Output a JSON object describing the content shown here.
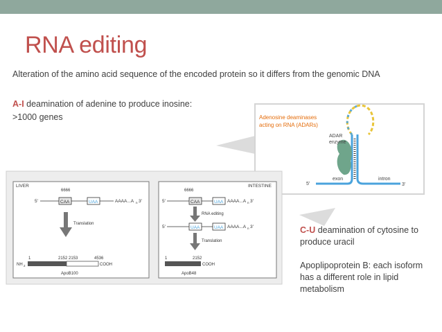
{
  "colors": {
    "title": "#c0504d",
    "accent_bar": "#8fa89d",
    "body_text": "#404040",
    "rna_blue": "#4aa3dc",
    "rna_yellow": "#e9c53a",
    "enzyme_green": "#6fa58b"
  },
  "slide": {
    "title": "RNA editing",
    "subtitle": "Alteration of the amino acid sequence of the encoded protein so it differs from the genomic DNA",
    "ai_term": "A-I",
    "ai_rest": " deamination of adenine to produce inosine:",
    "genes": ">1000 genes",
    "cu_term": "C-U",
    "cu_rest": " deamination of cytosine to produce uracil",
    "apob_text": "Apoplipoprotein B: each isoform has a different role in lipid metabolism"
  },
  "adar_figure": {
    "caption_line1": "Adenosine deaminases",
    "caption_line2": "acting on RNA (ADARs)",
    "enzyme_line1": "ADAR",
    "enzyme_line2": "enzyme",
    "exon": "exon",
    "intron": "intron",
    "five_prime": "5'",
    "three_prime": "3'"
  },
  "apob_figure": {
    "liver": {
      "panel_title": "LIVER",
      "codon_number": "6666",
      "five_prime": "5′",
      "codon_caa": "CAA",
      "codon_uaa": "UAA",
      "polya": "AAAA...A",
      "polya_sub": "n",
      "three_prime": "3′",
      "translation": "Translation",
      "num1": "1",
      "num2": "2152 2153",
      "num3": "4536",
      "nh2": "NH",
      "nh2_sub": "2",
      "cooh": "COOH",
      "protein": "ApoB100"
    },
    "intestine": {
      "panel_title": "INTESTINE",
      "codon_number": "6666",
      "five_prime": "5′",
      "codon_caa": "CAA",
      "codon_uaa": "UAA",
      "polya": "AAAA...A",
      "polya_sub": "n",
      "three_prime": "3′",
      "rna_editing": "RNA editing",
      "edited_five_prime": "5′",
      "edited_codon": "UAA",
      "edited_codon2": "UAA",
      "edited_polya": "AAAA...A",
      "edited_polya_sub": "n",
      "edited_three_prime": "3′",
      "translation": "Translation",
      "num1": "1",
      "num2": "2152",
      "cooh": "COOH",
      "protein": "ApoB48"
    }
  }
}
